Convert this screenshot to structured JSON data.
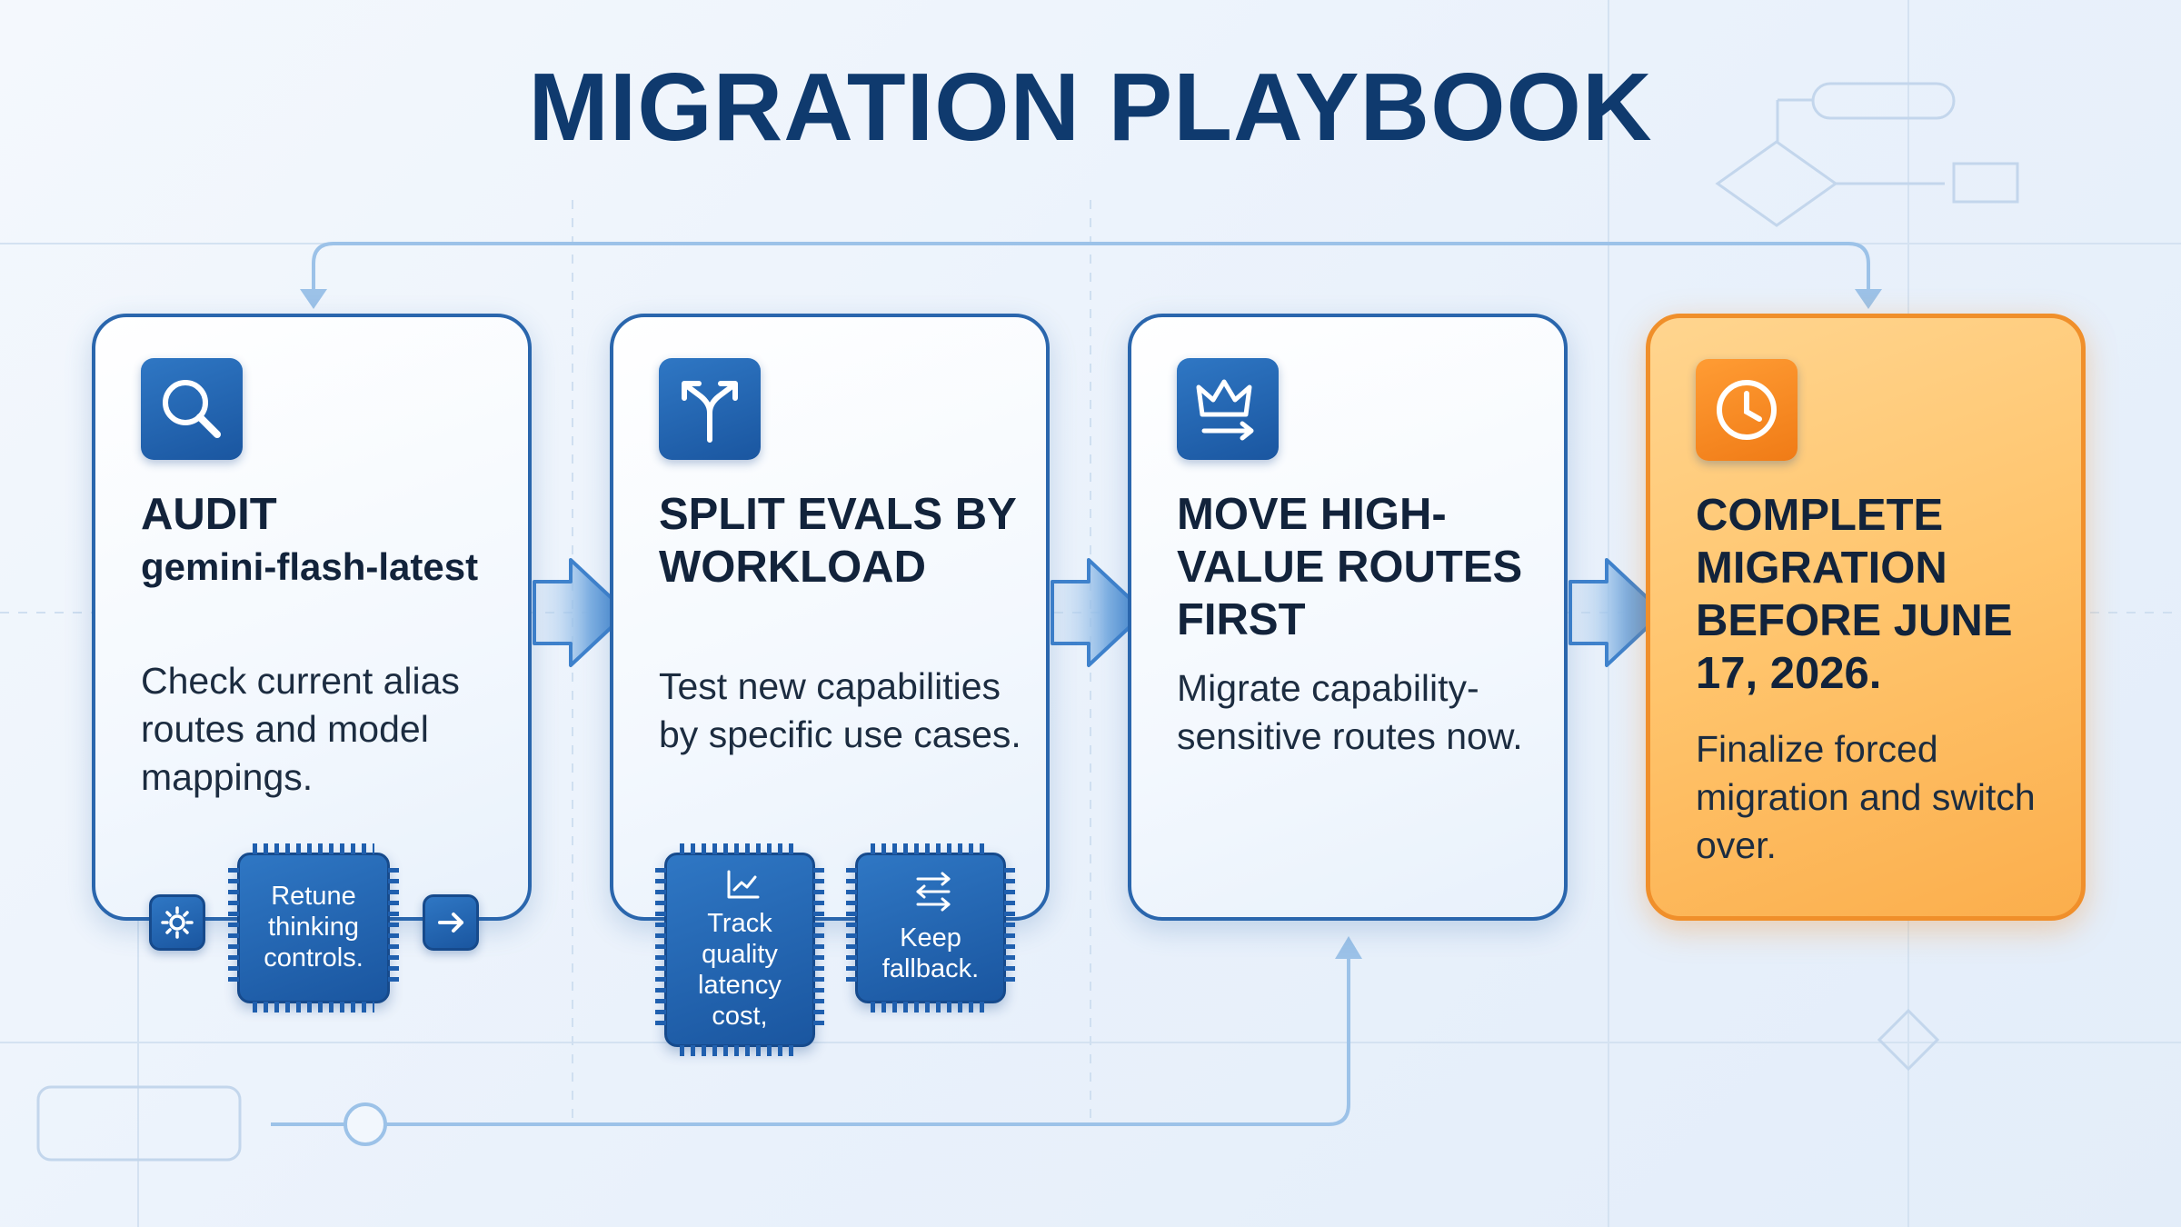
{
  "title": "MIGRATION PLAYBOOK",
  "colors": {
    "primary": "#2a66ad",
    "title": "#0f3a6e",
    "accent_orange": "#f08f2a",
    "connector": "#9cc2e8"
  },
  "steps": [
    {
      "icon": "search-icon",
      "title": "AUDIT",
      "subtitle": "gemini-flash-latest",
      "description": "Check current alias routes and model mappings.",
      "chips": [
        "Retune thinking controls."
      ]
    },
    {
      "icon": "split-arrows-icon",
      "title": "SPLIT EVALS BY WORKLOAD",
      "description": "Test new capabilities by specific use cases.",
      "chips": [
        "Track quality latency cost,",
        "Keep fallback."
      ],
      "chip_icons": [
        "trend-chart-icon",
        "swap-arrows-icon"
      ]
    },
    {
      "icon": "crown-arrow-icon",
      "title": "MOVE HIGH-VALUE ROUTES FIRST",
      "description": "Migrate capability-sensitive routes now."
    },
    {
      "icon": "clock-icon",
      "title": "COMPLETE MIGRATION BEFORE JUNE 17, 2026.",
      "description": "Finalize forced migration and switch over."
    }
  ]
}
